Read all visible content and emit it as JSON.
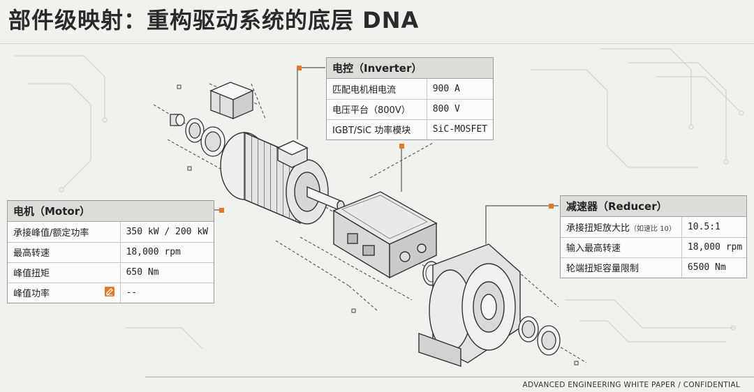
{
  "title": "部件级映射：重构驱动系统的底层 DNA",
  "footer": "ADVANCED ENGINEERING WHITE PAPER / CONFIDENTIAL",
  "accent_color": "#e2782a",
  "inverter": {
    "title": "电控（Inverter）",
    "rows": [
      {
        "label": "匹配电机相电流",
        "value": "900 A"
      },
      {
        "label": "电压平台（800V）",
        "value": "800 V"
      },
      {
        "label": "IGBT/SiC 功率模块",
        "value": "SiC-MOSFET"
      }
    ]
  },
  "motor": {
    "title": "电机（Motor）",
    "rows": [
      {
        "label": "承接峰值/额定功率",
        "value": "350 kW / 200 kW"
      },
      {
        "label": "最高转速",
        "value": "18,000 rpm"
      },
      {
        "label": "峰值扭矩",
        "value": "650 Nm"
      },
      {
        "label": "峰值功率",
        "value": "--",
        "edit_icon": "edit-icon"
      }
    ]
  },
  "reducer": {
    "title": "减速器（Reducer）",
    "rows": [
      {
        "label": "承接扭矩放大比",
        "label_note": "（如速比 10）",
        "value": "10.5:1"
      },
      {
        "label": "输入最高转速",
        "value": "18,000 rpm"
      },
      {
        "label": "轮端扭矩容量限制",
        "value": "6500 Nm"
      }
    ]
  }
}
